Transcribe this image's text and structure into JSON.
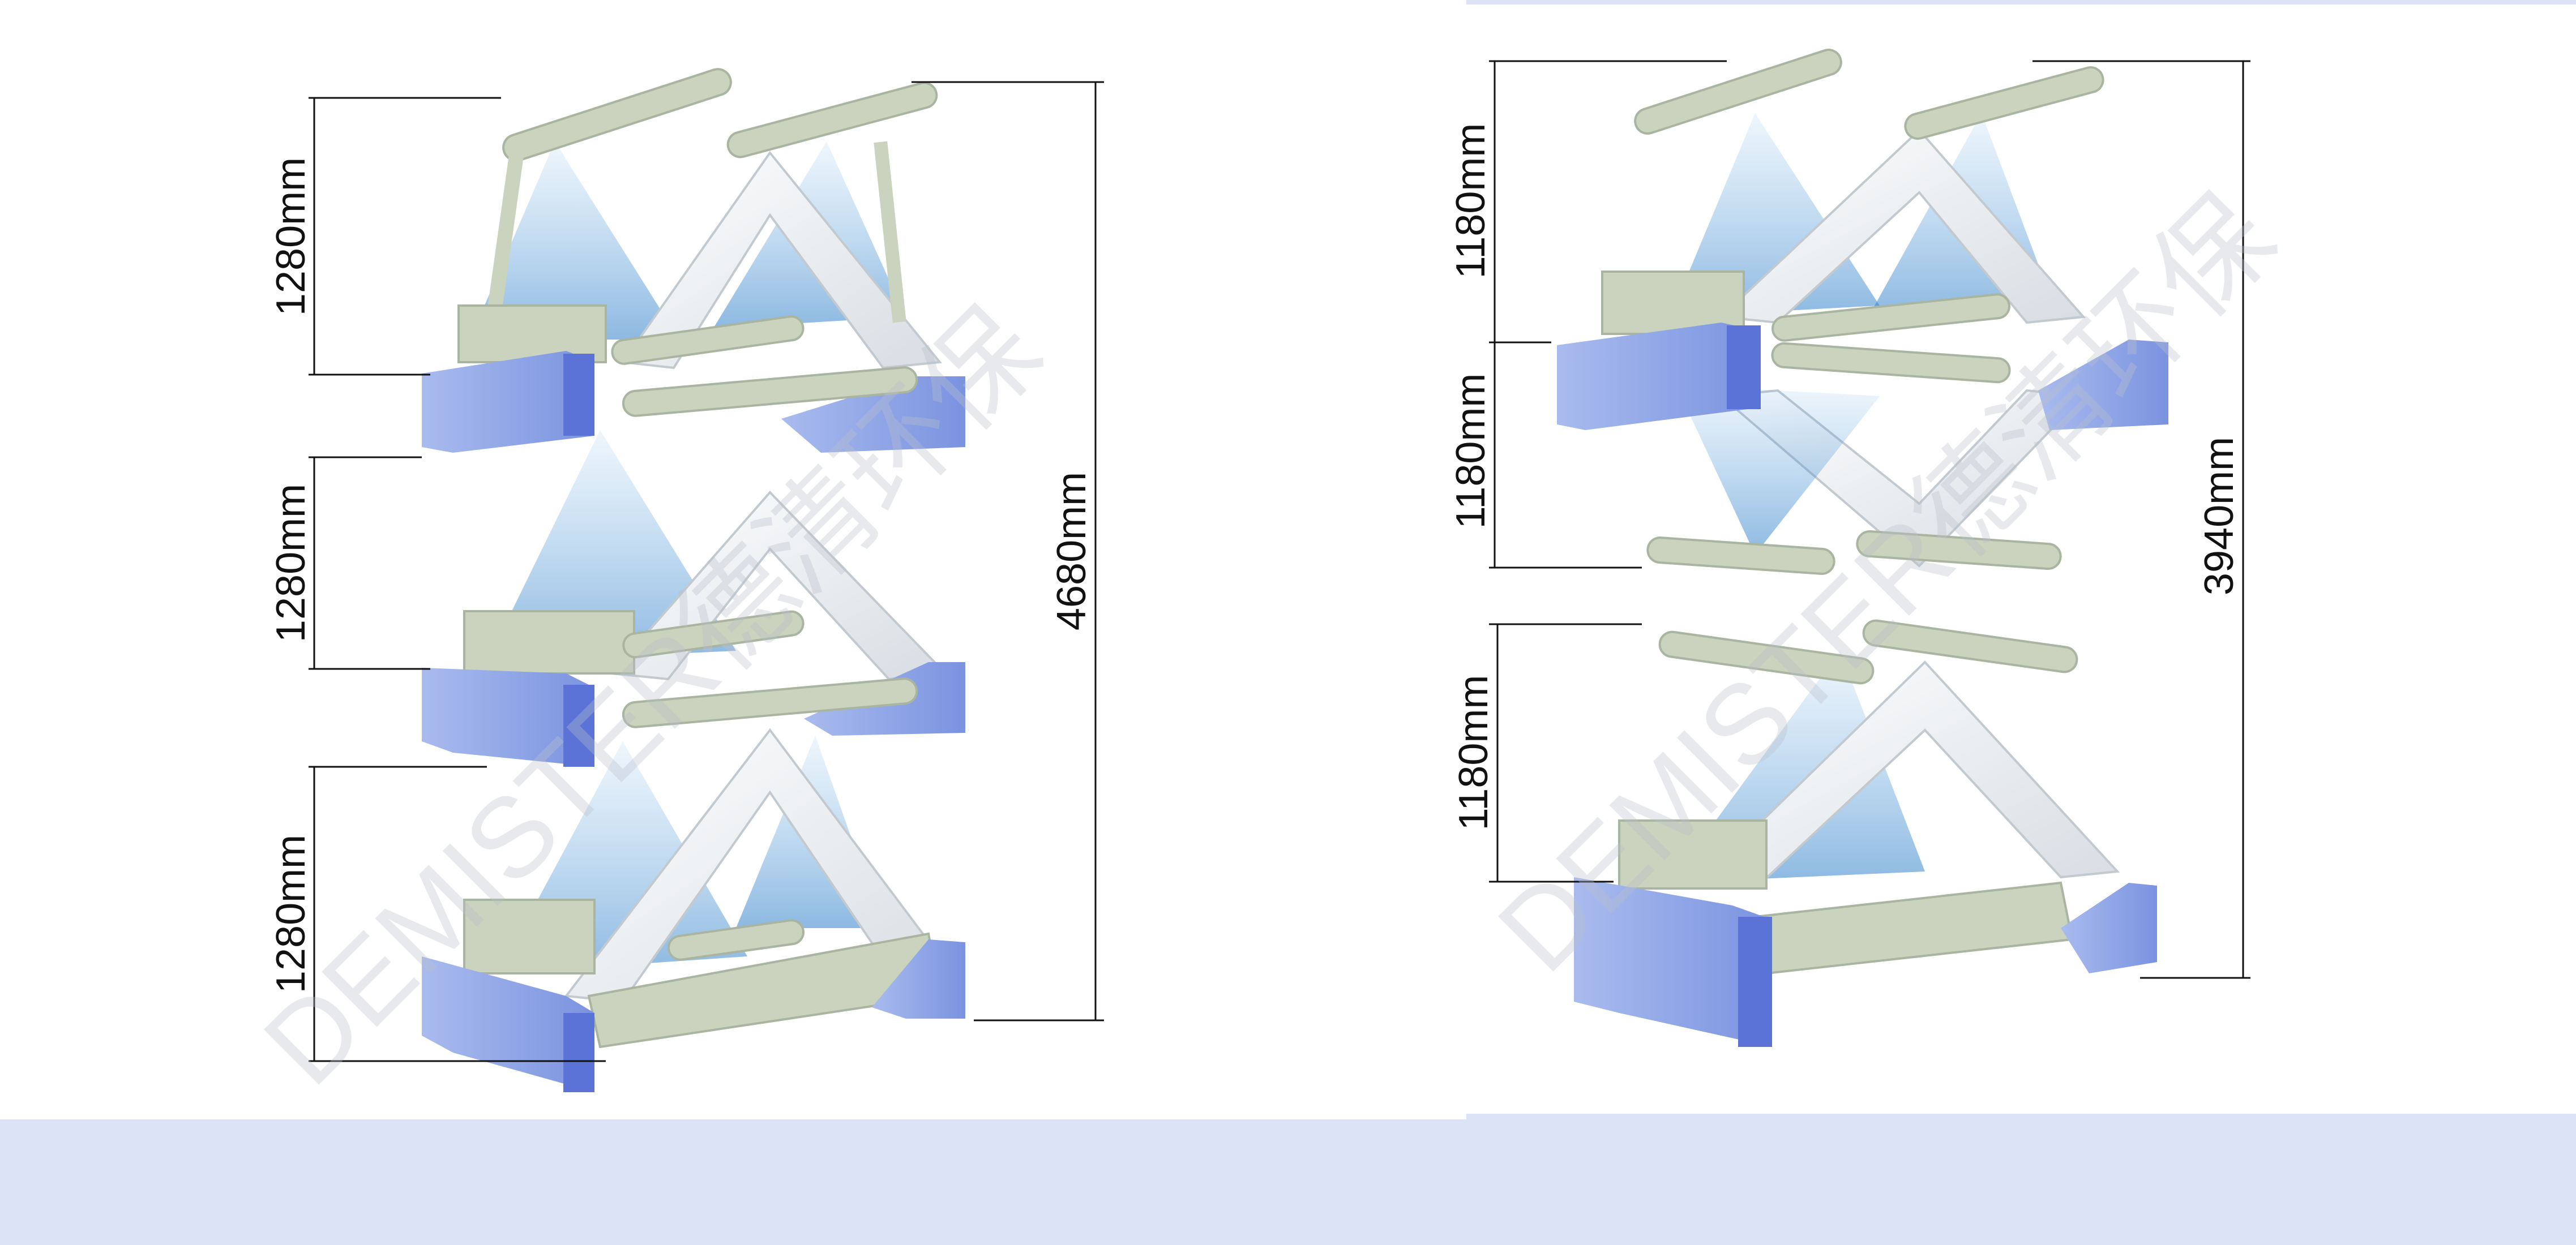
{
  "left_assembly": {
    "tier_heights": [
      "1280mm",
      "1280mm",
      "1280mm"
    ],
    "total_height": "4680mm"
  },
  "right_assembly": {
    "tier_heights": [
      "1180mm",
      "1180mm",
      "1180mm"
    ],
    "total_height": "3940mm"
  },
  "watermark": "DEMISTER德清环保",
  "colors": {
    "background": "#ffffff",
    "band": "#dce3f6",
    "beam_light": "#8ea6e6",
    "beam_dark": "#5b73d6",
    "pipe": "#c9d3bd",
    "pipe_dark": "#a9b5a0",
    "blade": "#eef1f4",
    "spray": "#5aa3de",
    "dim_line": "#111111"
  }
}
